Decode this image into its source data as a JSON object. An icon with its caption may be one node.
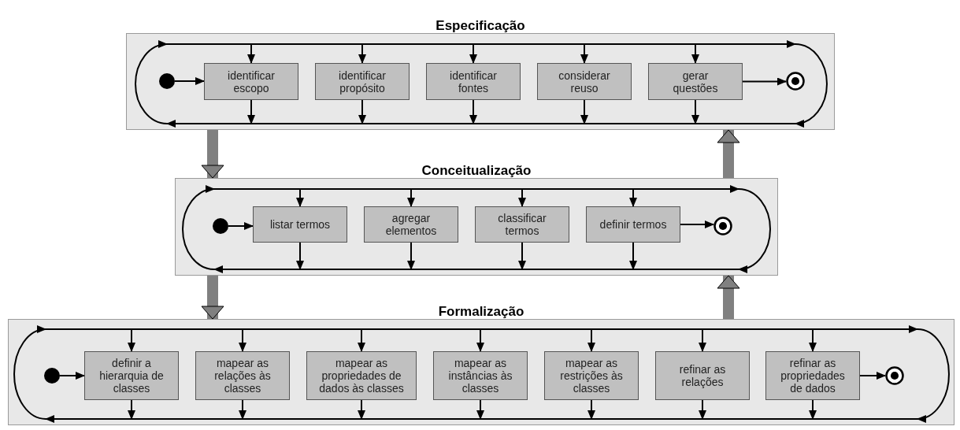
{
  "diagram": {
    "nodes": [
      {
        "text": [
          "Especificação"
        ]
      },
      {
        "text": [],
        "shape": "circle",
        "in": 0
      },
      {
        "text": [
          "identificar escopo"
        ],
        "in": 0
      },
      {
        "text": [
          "identificar propósito"
        ],
        "in": 0
      },
      {
        "text": [
          "identificar fontes"
        ],
        "in": 0
      },
      {
        "text": [
          "considerar reuso"
        ],
        "in": 0
      },
      {
        "text": [
          "gerar questões"
        ],
        "in": 0
      },
      {
        "text": [],
        "shape": "bullseye",
        "in": 0
      },
      {
        "text": [
          "Conceitualização"
        ]
      },
      {
        "text": [],
        "shape": "circle",
        "in": 8
      },
      {
        "text": [
          "listar termos"
        ],
        "in": 8
      },
      {
        "text": [
          "agregar elementos"
        ],
        "in": 8
      },
      {
        "text": [
          "classificar termos"
        ],
        "in": 8
      },
      {
        "text": [
          "definir termos"
        ],
        "in": 8
      },
      {
        "text": [],
        "shape": "bullseye",
        "in": 8
      },
      {
        "text": [
          "Formalização"
        ]
      },
      {
        "text": [],
        "shape": "circle",
        "in": 15
      },
      {
        "text": [
          "definir a hierarquia de classes"
        ],
        "in": 15
      },
      {
        "text": [
          "mapear as relações às classes"
        ],
        "in": 15
      },
      {
        "text": [
          "mapear as propriedades de dados às classes"
        ],
        "in": 15
      },
      {
        "text": [
          "mapear as instâncias às classes"
        ],
        "in": 15
      },
      {
        "text": [
          "mapear as restrições às classes"
        ],
        "in": 15
      },
      {
        "text": [
          "refinar as relações"
        ],
        "in": 15
      },
      {
        "text": [
          "refinar as propriedades de dados"
        ],
        "in": 15
      },
      {
        "text": [],
        "shape": "bullseye",
        "in": 15
      }
    ],
    "edges": [
      {
        "from": 1,
        "to": 2,
        "arrow": "to"
      },
      {
        "from": 6,
        "to": 7,
        "arrow": "to"
      },
      {
        "from": null,
        "to": 2,
        "arrow": "to"
      },
      {
        "from": 2,
        "to": null,
        "arrow": "to"
      },
      {
        "from": null,
        "to": 3,
        "arrow": "to"
      },
      {
        "from": 3,
        "to": null,
        "arrow": "to"
      },
      {
        "from": null,
        "to": 4,
        "arrow": "to"
      },
      {
        "from": 4,
        "to": null,
        "arrow": "to"
      },
      {
        "from": null,
        "to": 5,
        "arrow": "to"
      },
      {
        "from": 5,
        "to": null,
        "arrow": "to"
      },
      {
        "from": null,
        "to": 6,
        "arrow": "to"
      },
      {
        "from": 6,
        "to": null,
        "arrow": "to"
      },
      {
        "from": 9,
        "to": 10,
        "arrow": "to"
      },
      {
        "from": 13,
        "to": 14,
        "arrow": "to"
      },
      {
        "from": null,
        "to": 10,
        "arrow": "to"
      },
      {
        "from": 10,
        "to": null,
        "arrow": "to"
      },
      {
        "from": null,
        "to": 11,
        "arrow": "to"
      },
      {
        "from": 11,
        "to": null,
        "arrow": "to"
      },
      {
        "from": null,
        "to": 12,
        "arrow": "to"
      },
      {
        "from": 12,
        "to": null,
        "arrow": "to"
      },
      {
        "from": null,
        "to": 13,
        "arrow": "to"
      },
      {
        "from": 13,
        "to": null,
        "arrow": "to"
      },
      {
        "from": 16,
        "to": 17,
        "arrow": "to"
      },
      {
        "from": 23,
        "to": 24,
        "arrow": "to"
      },
      {
        "from": null,
        "to": 17,
        "arrow": "to"
      },
      {
        "from": 17,
        "to": null,
        "arrow": "to"
      },
      {
        "from": null,
        "to": 18,
        "arrow": "to"
      },
      {
        "from": 18,
        "to": null,
        "arrow": "to"
      },
      {
        "from": null,
        "to": 19,
        "arrow": "to"
      },
      {
        "from": 19,
        "to": null,
        "arrow": "to"
      },
      {
        "from": null,
        "to": 20,
        "arrow": "to"
      },
      {
        "from": 20,
        "to": null,
        "arrow": "to"
      },
      {
        "from": null,
        "to": 21,
        "arrow": "to"
      },
      {
        "from": 21,
        "to": null,
        "arrow": "to"
      },
      {
        "from": null,
        "to": 22,
        "arrow": "to"
      },
      {
        "from": 22,
        "to": null,
        "arrow": "to"
      },
      {
        "from": null,
        "to": 23,
        "arrow": "to"
      },
      {
        "from": 23,
        "to": null,
        "arrow": "to"
      },
      {
        "from": 0,
        "to": 8,
        "arrow": "to",
        "style": "thick",
        "color": "#808080"
      },
      {
        "from": 8,
        "to": 0,
        "arrow": "to",
        "style": "thick",
        "color": "#808080"
      },
      {
        "from": 8,
        "to": 15,
        "arrow": "to",
        "style": "thick",
        "color": "#808080"
      },
      {
        "from": 15,
        "to": 8,
        "arrow": "to",
        "style": "thick",
        "color": "#808080"
      }
    ]
  }
}
